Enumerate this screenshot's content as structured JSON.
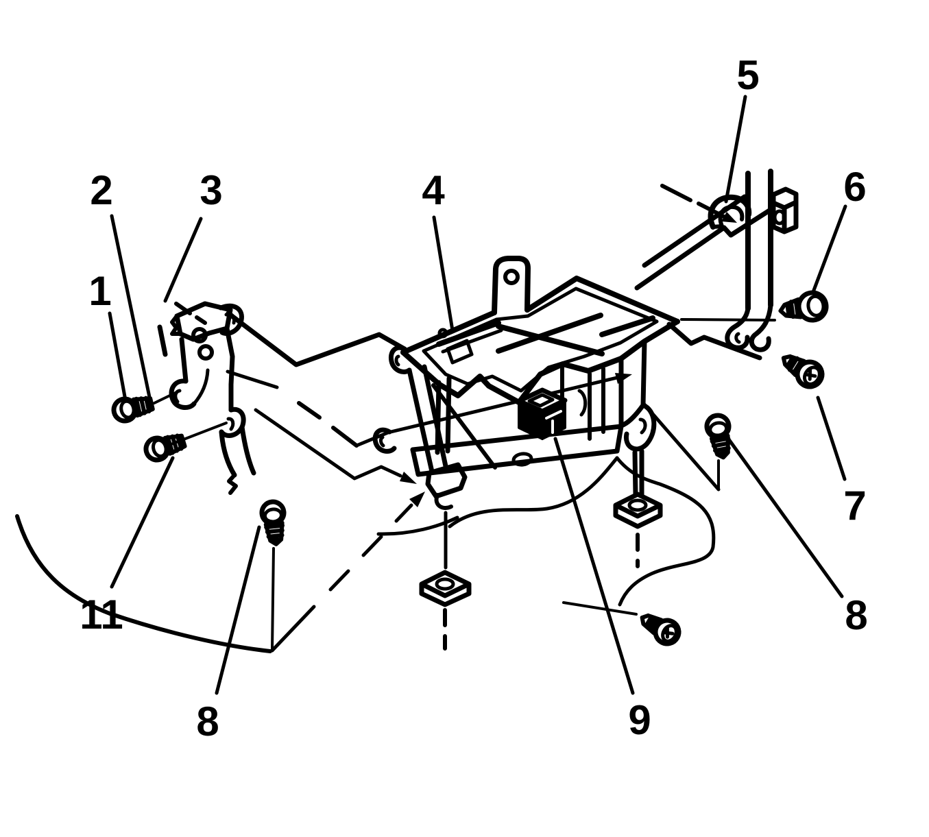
{
  "figure": {
    "kind": "exploded-parts-diagram",
    "colors": {
      "background": "#ffffff",
      "line": "#000000"
    },
    "callouts": [
      {
        "label": "1",
        "points_to": "hex-bolt-upper-left"
      },
      {
        "label": "2",
        "points_to": "pivot-pin-left-bracket"
      },
      {
        "label": "3",
        "points_to": "left-mounting-bracket"
      },
      {
        "label": "4",
        "points_to": "main-mounting-bracket"
      },
      {
        "label": "5",
        "points_to": "retainer-clip-top-right"
      },
      {
        "label": "6",
        "points_to": "pan-head-screw-upper-right"
      },
      {
        "label": "7",
        "points_to": "phillips-screw-right"
      },
      {
        "label": "8",
        "points_to": "hex-screw-right"
      },
      {
        "label": "9",
        "points_to": "connector-block"
      },
      {
        "label": "11",
        "points_to": "hex-bolt-lower-left"
      },
      {
        "label": "8",
        "points_to": "hex-screw-bottom-left"
      }
    ]
  }
}
